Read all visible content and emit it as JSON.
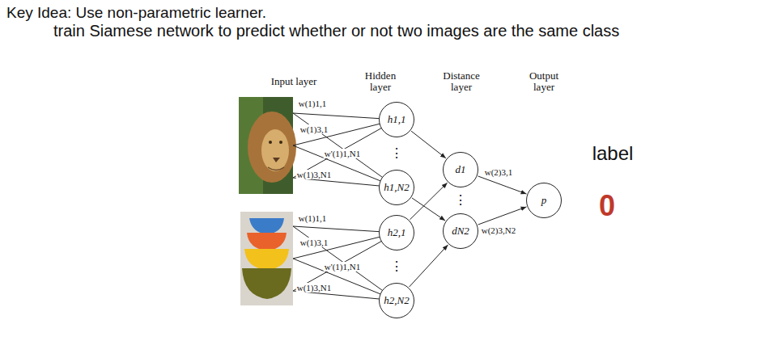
{
  "diagram": {
    "title": "Key Idea: Use non-parametric learner.",
    "nodes": [
      {
        "text": [
          "h1,1"
        ]
      },
      {
        "text": [
          "h1,N2"
        ]
      },
      {
        "text": [
          "h2,1"
        ]
      },
      {
        "text": [
          "h2,N2"
        ]
      },
      {
        "text": [
          "d1"
        ]
      },
      {
        "text": [
          "dN2"
        ]
      },
      {
        "text": [
          "p"
        ]
      }
    ],
    "edges": [
      {
        "from": 0,
        "to": 4,
        "arrow": "to"
      },
      {
        "from": 1,
        "to": 5,
        "arrow": "to"
      },
      {
        "from": 2,
        "to": 4,
        "arrow": "to"
      },
      {
        "from": 3,
        "to": 5,
        "arrow": "to"
      },
      {
        "from": 4,
        "to": 6,
        "arrow": "to"
      },
      {
        "from": 5,
        "to": 6,
        "arrow": "to"
      }
    ],
    "labels": [
      "train Siamese network to predict whether or not two images are the same class",
      "Input layer",
      "Hidden layer",
      "Distance layer",
      "Output layer",
      "w(1)1,1",
      "w(1)3,1",
      "w'(1)1,N1",
      "w(1)3,N1",
      "w(1)1,1",
      "w(1)3,1",
      "w'(1)1,N1",
      "w(1)3,N1",
      "⋮",
      "⋮",
      "⋮",
      "w(2)3,1",
      "w(2)3,N2",
      "label",
      "0"
    ]
  }
}
